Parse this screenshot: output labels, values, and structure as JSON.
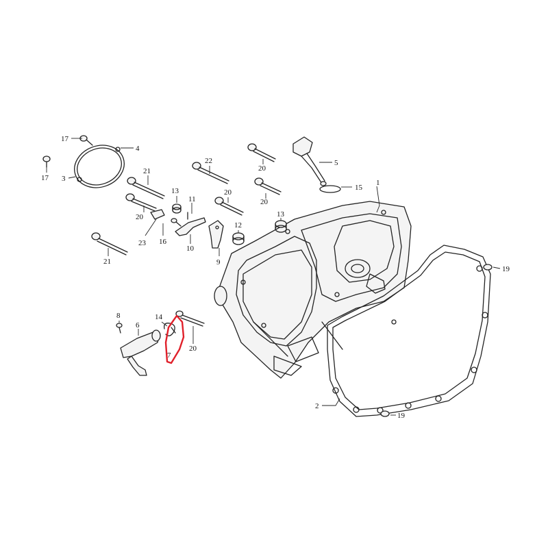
{
  "diagram": {
    "labels": {
      "l1": "1",
      "l2": "2",
      "l3": "3",
      "l4": "4",
      "l5": "5",
      "l6": "6",
      "l7": "7",
      "l8": "8",
      "l9": "9",
      "l10": "10",
      "l11": "11",
      "l12": "12",
      "l13a": "13",
      "l13b": "13",
      "l14": "14",
      "l15": "15",
      "l16": "16",
      "l17a": "17",
      "l17b": "17",
      "l19a": "19",
      "l19b": "19",
      "l20a": "20",
      "l20b": "20",
      "l20c": "20",
      "l20d": "20",
      "l20e": "20",
      "l21a": "21",
      "l21b": "21",
      "l22": "22",
      "l23": "23"
    },
    "highlight_color": "#e0202a"
  }
}
